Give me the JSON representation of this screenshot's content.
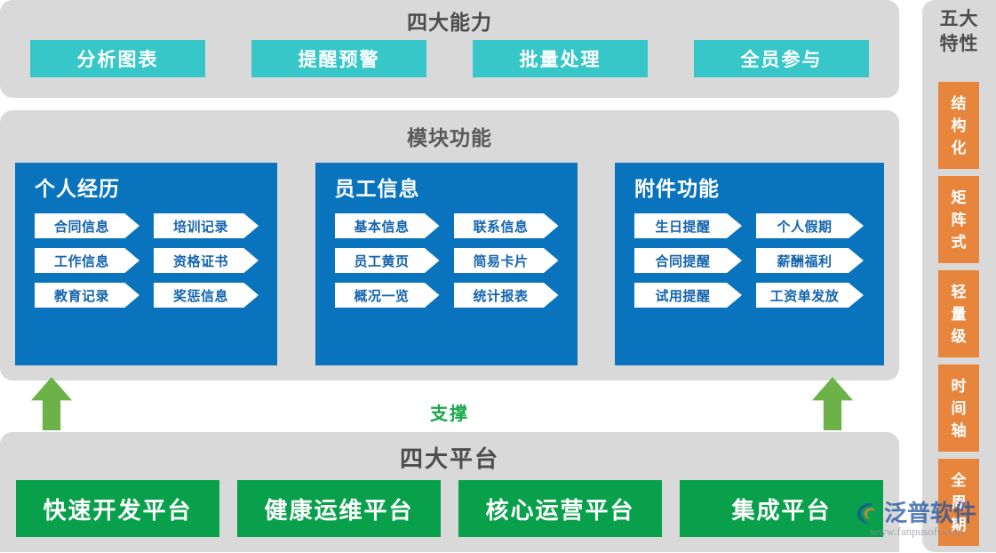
{
  "capabilities": {
    "title": "四大能力",
    "items": [
      {
        "label": "分析图表"
      },
      {
        "label": "提醒预警"
      },
      {
        "label": "批量处理"
      },
      {
        "label": "全员参与"
      }
    ],
    "color": "#37c7c8"
  },
  "modules": {
    "title": "模块功能",
    "color": "#0a73bd",
    "chip_text_color": "#1464ae",
    "cards": [
      {
        "title": "个人经历",
        "chips": [
          "合同信息",
          "培训记录",
          "工作信息",
          "资格证书",
          "教育记录",
          "奖惩信息"
        ]
      },
      {
        "title": "员工信息",
        "chips": [
          "基本信息",
          "联系信息",
          "员工黄页",
          "简易卡片",
          "概况一览",
          "统计报表"
        ]
      },
      {
        "title": "附件功能",
        "chips": [
          "生日提醒",
          "个人假期",
          "合同提醒",
          "薪酬福利",
          "试用提醒",
          "工资单发放"
        ]
      }
    ]
  },
  "support": {
    "label": "支撑",
    "color": "#18a84b",
    "arrow_color": "#6cb248"
  },
  "platforms": {
    "title": "四大平台",
    "color": "#09a04b",
    "items": [
      {
        "label": "快速开发平台"
      },
      {
        "label": "健康运维平台"
      },
      {
        "label": "核心运营平台"
      },
      {
        "label": "集成平台"
      }
    ]
  },
  "features": {
    "title_line1": "五大",
    "title_line2": "特性",
    "color": "#e8853c",
    "items": [
      {
        "chars": [
          "结",
          "构",
          "化"
        ]
      },
      {
        "chars": [
          "矩",
          "阵",
          "式"
        ]
      },
      {
        "chars": [
          "轻",
          "量",
          "级"
        ]
      },
      {
        "chars": [
          "时",
          "间",
          "轴"
        ]
      },
      {
        "chars": [
          "全",
          "周",
          "期"
        ]
      }
    ]
  },
  "watermark": {
    "brand": "泛普软件",
    "url": "www.fanpusoft.com"
  }
}
